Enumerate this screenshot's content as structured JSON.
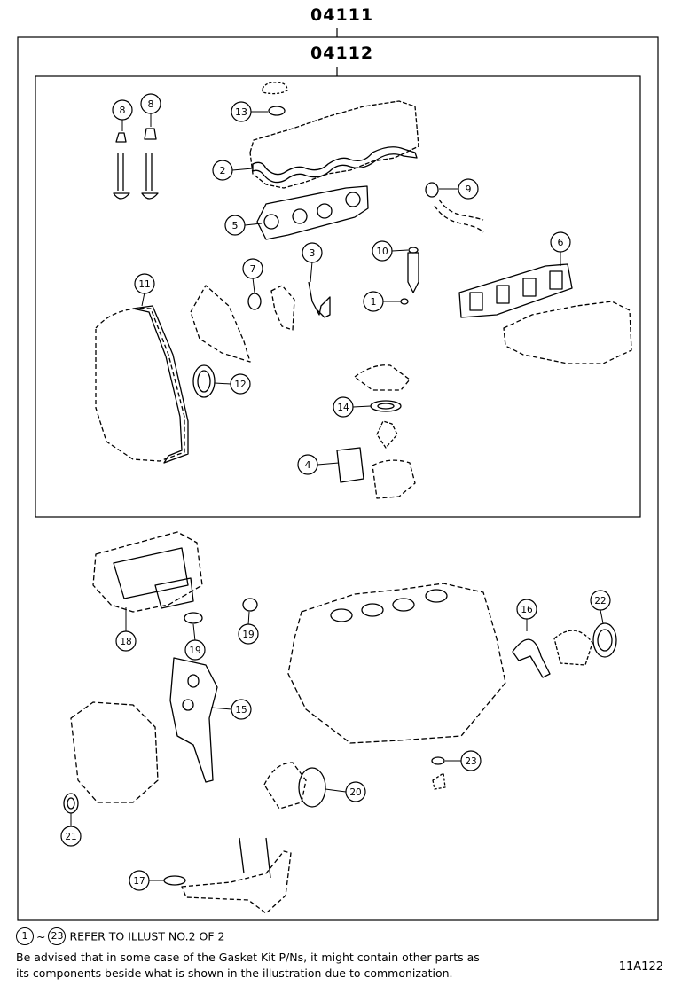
{
  "header": {
    "outer_kit_code": "04111",
    "inner_kit_code": "04112"
  },
  "callouts": [
    {
      "id": "c13",
      "label": "13"
    },
    {
      "id": "c8a",
      "label": "8"
    },
    {
      "id": "c8b",
      "label": "8"
    },
    {
      "id": "c2",
      "label": "2"
    },
    {
      "id": "c9",
      "label": "9"
    },
    {
      "id": "c5",
      "label": "5"
    },
    {
      "id": "c10",
      "label": "10"
    },
    {
      "id": "c6",
      "label": "6"
    },
    {
      "id": "c3",
      "label": "3"
    },
    {
      "id": "c11",
      "label": "11"
    },
    {
      "id": "c7",
      "label": "7"
    },
    {
      "id": "c1",
      "label": "1"
    },
    {
      "id": "c12",
      "label": "12"
    },
    {
      "id": "c14",
      "label": "14"
    },
    {
      "id": "c4",
      "label": "4"
    },
    {
      "id": "c18",
      "label": "18"
    },
    {
      "id": "c19a",
      "label": "19"
    },
    {
      "id": "c19b",
      "label": "19"
    },
    {
      "id": "c16",
      "label": "16"
    },
    {
      "id": "c22",
      "label": "22"
    },
    {
      "id": "c15",
      "label": "15"
    },
    {
      "id": "c23",
      "label": "23"
    },
    {
      "id": "c20",
      "label": "20"
    },
    {
      "id": "c21",
      "label": "21"
    },
    {
      "id": "c17",
      "label": "17"
    }
  ],
  "footer": {
    "ref_start": "1",
    "ref_tilde": "~",
    "ref_end": "23",
    "ref_text": "REFER TO ILLUST NO.2 OF 2",
    "advisory_line1": "Be advised that in some case of the Gasket Kit P/Ns,  it might contain other parts as",
    "advisory_line2": "its components beside what is shown in the illustration due to commonization.",
    "illustration_code": "11A122"
  }
}
